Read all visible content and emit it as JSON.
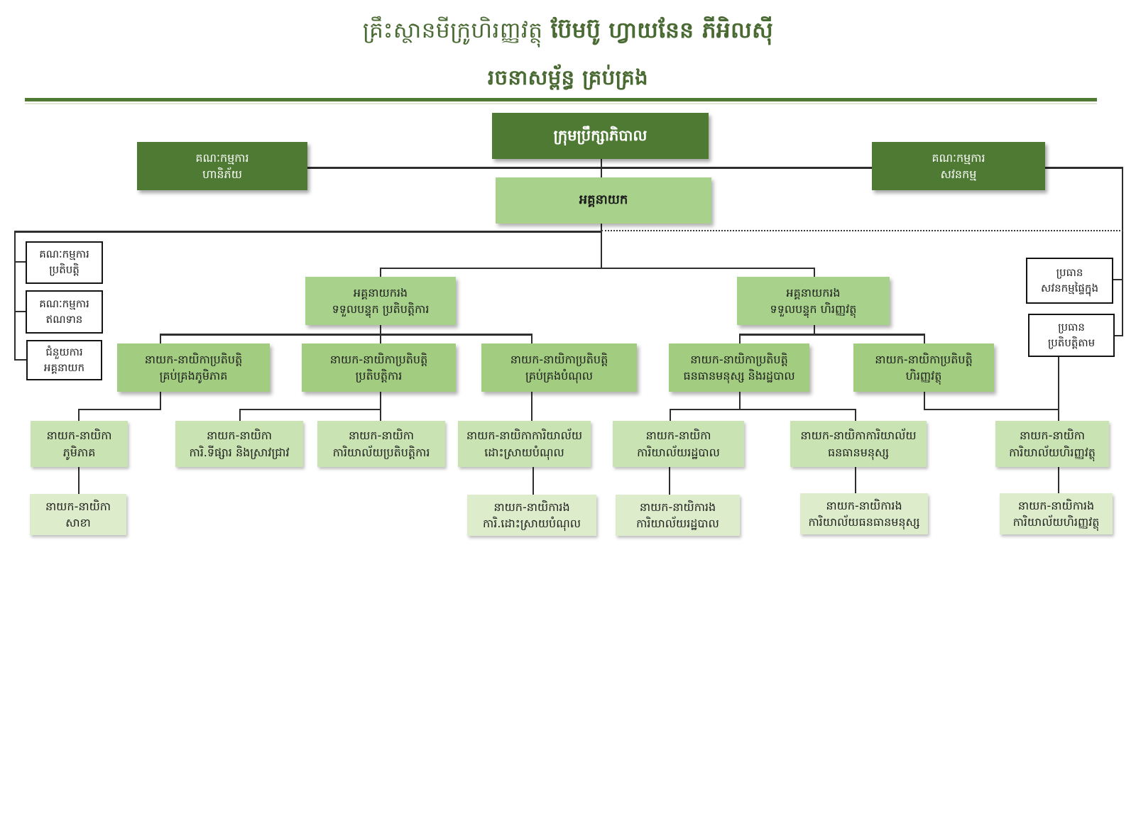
{
  "title": {
    "line1_regular": "គ្រឹះស្ថានមីក្រូហិរញ្ញវត្ថុ",
    "line1_bold": "ប៊ែមប៊ូ ហ្វាយនែន ភីអិលស៊ី",
    "line2": "រចនាសម្ព័ន្ធ គ្រប់គ្រង"
  },
  "colors": {
    "title_green": "#4a6a33",
    "dark_green_box": "#4e7a33",
    "medium_green_box": "#a8d28c",
    "director_green_box": "#a2cd81",
    "manager_green_box": "#c9e3b3",
    "sub_green_box": "#ddedcc",
    "white_box_border": "#141414",
    "connector_line": "#2e2e2e"
  },
  "nodes": {
    "board": {
      "label": "ក្រុមប្រឹក្សាភិបាល"
    },
    "risk_committee": {
      "line1": "គណៈកម្មការ",
      "line2": "ហានិភ័យ"
    },
    "audit_committee": {
      "line1": "គណៈកម្មការ",
      "line2": "សវនកម្ម"
    },
    "ceo": {
      "label": "អគ្គនាយក"
    },
    "executive_committee": {
      "line1": "គណៈកម្មការ",
      "line2": "ប្រតិបត្តិ"
    },
    "credit_committee": {
      "line1": "គណៈកម្មការ",
      "line2": "ឥណទាន"
    },
    "ceo_assistant": {
      "line1": "ជំនួយការ",
      "line2": "អគ្គនាយក"
    },
    "internal_audit_head": {
      "line1": "ប្រធាន",
      "line2": "សវនកម្មផ្ទៃក្នុង"
    },
    "compliance_head": {
      "line1": "ប្រធាន",
      "line2": "ប្រតិបត្តិតាម"
    },
    "deputy_ceo_operations": {
      "line1": "អគ្គនាយករង",
      "line2": "ទទួលបន្ទុក ប្រតិបត្តិការ"
    },
    "deputy_ceo_finance": {
      "line1": "អគ្គនាយករង",
      "line2": "ទទួលបន្ទុក ហិរញ្ញវត្ថុ"
    },
    "director_regional_management": {
      "line1": "នាយក-នាយិកាប្រតិបត្តិ",
      "line2": "គ្រប់គ្រងភូមិភាគ"
    },
    "director_operations": {
      "line1": "នាយក-នាយិកាប្រតិបត្តិ",
      "line2": "ប្រតិបត្តិការ"
    },
    "director_debt_management": {
      "line1": "នាយក-នាយិកាប្រតិបត្តិ",
      "line2": "គ្រប់គ្រងបំណុល"
    },
    "director_hr_admin": {
      "line1": "នាយក-នាយិកាប្រតិបត្តិ",
      "line2": "ធនធានមនុស្ស និងរដ្ឋបាល"
    },
    "director_finance": {
      "line1": "នាយក-នាយិកាប្រតិបត្តិ",
      "line2": "ហិរញ្ញវត្ថុ"
    },
    "manager_regional": {
      "line1": "នាយក-នាយិកា",
      "line2": "ភូមិភាគ"
    },
    "manager_marketing_research": {
      "line1": "នាយក-នាយិកា",
      "line2": "ការិ.ទីផ្សារ និងស្រាវជ្រាវ"
    },
    "manager_operations_office": {
      "line1": "នាយក-នាយិកា",
      "line2": "ការិយាល័យប្រតិបត្តិការ"
    },
    "manager_debt_resolution_office": {
      "line1": "នាយក-នាយិកាការិយាល័យ",
      "line2": "ដោះស្រាយបំណុល"
    },
    "manager_admin_office": {
      "line1": "នាយក-នាយិកា",
      "line2": "ការិយាល័យរដ្ឋបាល"
    },
    "manager_hr_office": {
      "line1": "នាយក-នាយិកាការិយាល័យ",
      "line2": "ធនធានមនុស្ស"
    },
    "manager_finance_office": {
      "line1": "នាយក-នាយិកា",
      "line2": "ការិយាល័យហិរញ្ញវត្ថុ"
    },
    "branch_manager": {
      "line1": "នាយក-នាយិកា",
      "line2": "សាខា"
    },
    "deputy_manager_debt_resolution": {
      "line1": "នាយក-នាយិការង",
      "line2": "ការិ.ដោះស្រាយបំណុល"
    },
    "deputy_manager_admin": {
      "line1": "នាយក-នាយិការង",
      "line2": "ការិយាល័យរដ្ឋបាល"
    },
    "deputy_manager_hr": {
      "line1": "នាយក-នាយិការង",
      "line2": "ការិយាល័យធនធានមនុស្ស"
    },
    "deputy_manager_finance": {
      "line1": "នាយក-នាយិការង",
      "line2": "ការិយាល័យហិរញ្ញវត្ថុ"
    }
  }
}
